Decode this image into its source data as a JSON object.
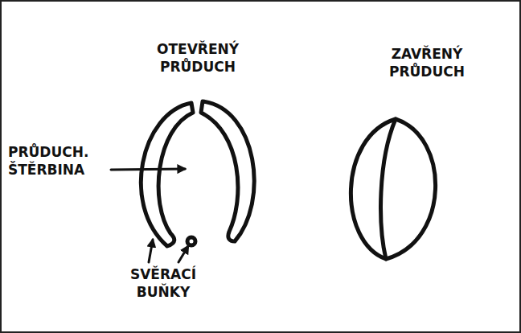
{
  "diagram": {
    "labels": [
      "OTEVŘENÝ PRŮDUCH",
      "ZAVŘENÝ PRŮDUCH",
      "PRŮDUCH. ŠTĚRBINA",
      "SVĚRACÍ BUŇKY"
    ]
  }
}
